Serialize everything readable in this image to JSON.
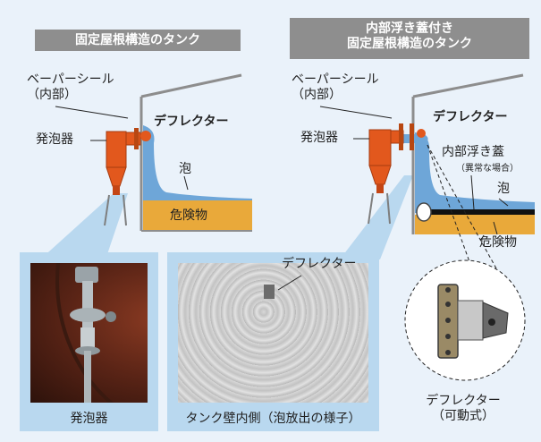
{
  "left_diagram": {
    "title": "固定屋根構造のタンク",
    "seal_label": "ベーパーシール\n（内部）",
    "foam_maker_label": "発泡器",
    "deflector_label": "デフレクター",
    "foam_label": "泡",
    "hazmat_label": "危険物"
  },
  "right_diagram": {
    "title": "内部浮き蓋付き\n固定屋根構造のタンク",
    "seal_label": "ベーパーシール\n（内部）",
    "foam_maker_label": "発泡器",
    "deflector_label": "デフレクター",
    "floating_lid_label": "内部浮き蓋",
    "floating_lid_note": "（異常な場合）",
    "foam_label": "泡",
    "hazmat_label": "危険物"
  },
  "photos": {
    "foam_maker_caption": "発泡器",
    "tank_inside_caption": "タンク壁内側（泡放出の様子）",
    "tank_inside_deflector_label": "デフレクター",
    "movable_deflector_caption": "デフレクター\n（可動式）"
  },
  "colors": {
    "foam_blue": "#6ea6d8",
    "hazmat_orange": "#e9a93a",
    "nozzle_orange": "#e2581d",
    "banner_gray": "#8e8e8e",
    "panel_blue": "#b9d8ef"
  }
}
